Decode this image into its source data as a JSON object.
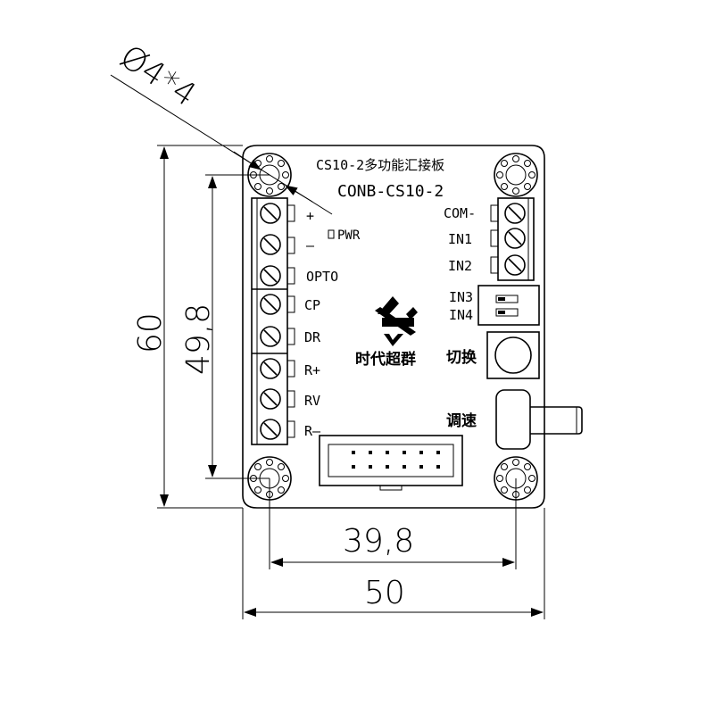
{
  "board": {
    "title_cn": "CS10-2多功能汇接板",
    "model": "CONB-CS10-2",
    "brand": "时代超群",
    "switch_label": "切换",
    "speed_label": "调速",
    "pwr_label": "PWR"
  },
  "left_terminals": [
    "+",
    "–",
    "OPTO",
    "CP",
    "DR",
    "R+",
    "RV",
    "R–"
  ],
  "right_terminals": [
    "COM-",
    "IN1",
    "IN2"
  ],
  "dip_labels": [
    "IN3",
    "IN4"
  ],
  "dimensions": {
    "hole": "Ø4*4",
    "height_outer": "60",
    "height_inner": "49,8",
    "width_inner": "39,8",
    "width_outer": "50"
  }
}
